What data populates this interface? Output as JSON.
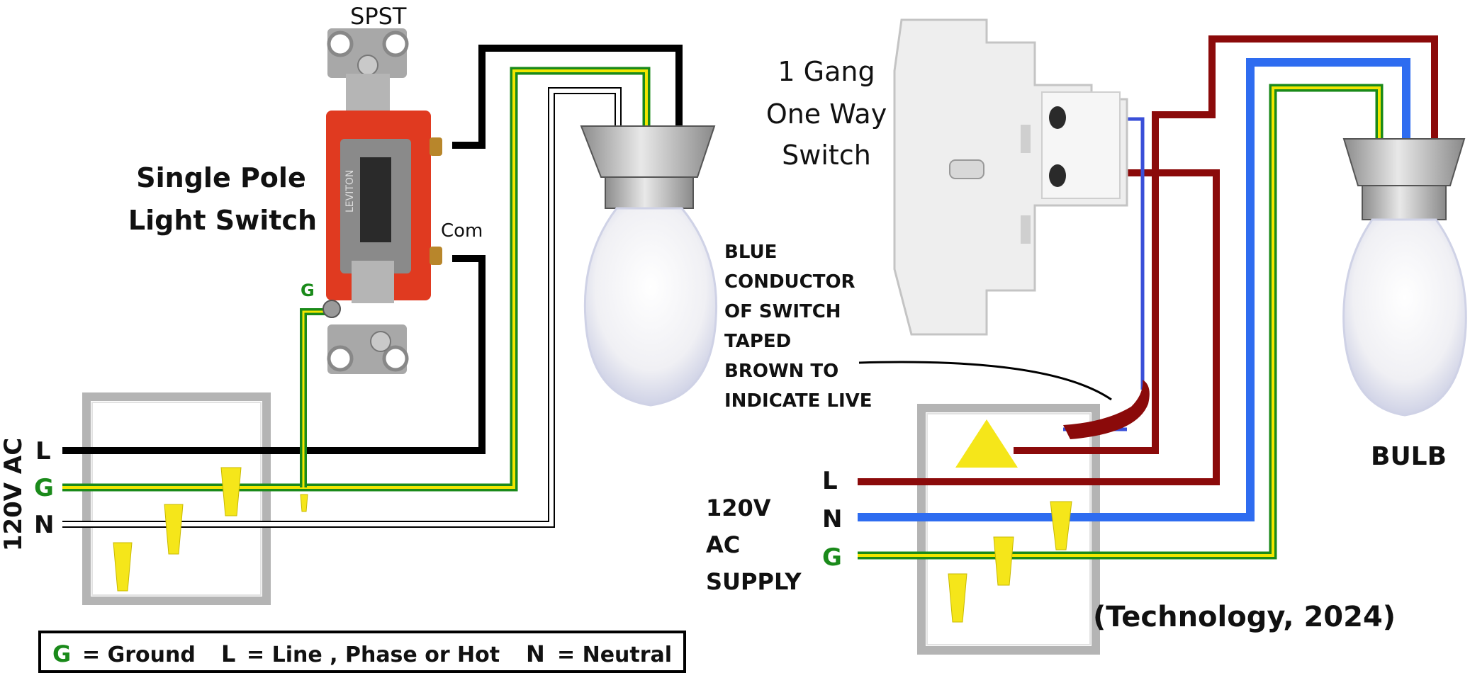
{
  "left": {
    "spst_label": "SPST",
    "title_line1": "Single Pole",
    "title_line2": "Light Switch",
    "com_label": "Com",
    "ground_tag": "G",
    "supply_label": "120V AC",
    "line_letter": "L",
    "ground_letter": "G",
    "neutral_letter": "N",
    "switch_brand": "LEVITON",
    "legend": {
      "g_key": "G",
      "g_text": "= Ground",
      "l_key": "L",
      "l_text": "= Line , Phase or Hot",
      "n_key": "N",
      "n_text": "= Neutral"
    }
  },
  "right": {
    "title_line1": "1 Gang",
    "title_line2": "One Way",
    "title_line3": "Switch",
    "note_lines": [
      "BLUE",
      "CONDUCTOR",
      "OF SWITCH",
      "TAPED",
      "BROWN TO",
      "INDICATE LIVE"
    ],
    "line_letter": "L",
    "neutral_letter": "N",
    "ground_letter": "G",
    "supply_line1": "120V",
    "supply_line2": "AC",
    "supply_line3": "SUPPLY",
    "bulb_label": "BULB",
    "citation": "(Technology, 2024)"
  },
  "colors": {
    "black_wire": "#000000",
    "ground_green": "#1a8a1a",
    "ground_yellow": "#f2e600",
    "brown_live": "#8b0a0a",
    "blue_neutral": "#2e6cf0",
    "connector_yellow": "#f5e61a",
    "box_gray": "#b4b4b4",
    "switch_red": "#e03a20"
  }
}
